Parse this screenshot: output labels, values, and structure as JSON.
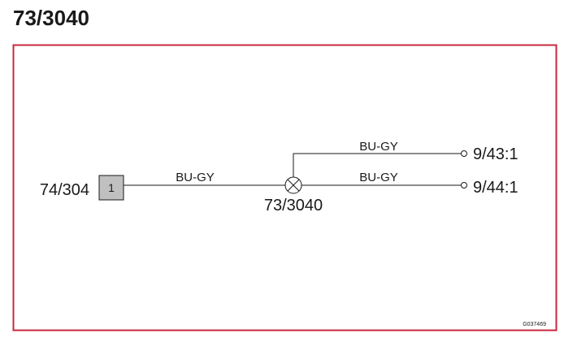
{
  "title": "73/3040",
  "colors": {
    "frame_border": "#c8283c",
    "connector_fill": "#c0c0c0",
    "line": "#1a1a1a"
  },
  "diagram": {
    "source_connector": {
      "id": "74/304",
      "pin": "1"
    },
    "splice": {
      "id": "73/3040"
    },
    "wires": [
      {
        "name": "wire-source-to-splice",
        "color_code": "BU-GY"
      },
      {
        "name": "wire-splice-to-9-43",
        "color_code": "BU-GY"
      },
      {
        "name": "wire-splice-to-9-44",
        "color_code": "BU-GY"
      }
    ],
    "terminals": [
      {
        "label": "9/43:1"
      },
      {
        "label": "9/44:1"
      }
    ],
    "figure_code": "G037469"
  }
}
